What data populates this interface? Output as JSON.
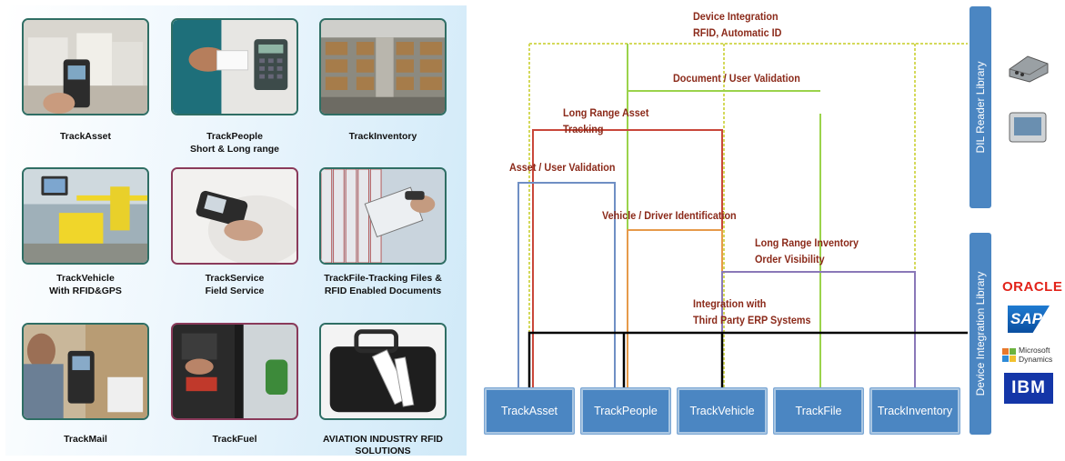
{
  "tiles": [
    {
      "caption1": "TrackAsset",
      "caption2": ""
    },
    {
      "caption1": "TrackPeople",
      "caption2": "Short & Long range"
    },
    {
      "caption1": "TrackInventory",
      "caption2": ""
    },
    {
      "caption1": "TrackVehicle",
      "caption2": "With RFID&GPS"
    },
    {
      "caption1": "TrackService",
      "caption2": "Field Service"
    },
    {
      "caption1": "TrackFile-Tracking Files &",
      "caption2": "RFID Enabled Documents"
    },
    {
      "caption1": "TrackMail",
      "caption2": ""
    },
    {
      "caption1": "TrackFuel",
      "caption2": ""
    },
    {
      "caption1": "AVIATION INDUSTRY RFID",
      "caption2": "SOLUTIONS"
    }
  ],
  "diagram": {
    "labels": {
      "device_integration_1": "Device Integration",
      "device_integration_2": "RFID, Automatic ID",
      "document_validation": "Document / User Validation",
      "long_range_asset_1": "Long Range Asset",
      "long_range_asset_2": "Tracking",
      "asset_user_validation": "Asset / User Validation",
      "vehicle_driver": "Vehicle / Driver Identification",
      "long_range_inventory_1": "Long Range Inventory",
      "long_range_inventory_2": "Order Visibility",
      "erp_1": "Integration with",
      "erp_2": "Third Party ERP Systems"
    },
    "nodes": [
      "TrackAsset",
      "TrackPeople",
      "TrackVehicle",
      "TrackFile",
      "TrackInventory"
    ],
    "libraries": {
      "top": "DIL Reader Library",
      "bottom": "Device Integration Library"
    },
    "logos": {
      "oracle": "ORACLE",
      "sap": "SAP",
      "ms_1": "Microsoft",
      "ms_2": "Dynamics",
      "ibm": "IBM"
    },
    "colors": {
      "node_fill": "#4b86c2",
      "label": "#8b2a1a",
      "yellow_line": "#d4d95a",
      "green_line": "#9bd34b",
      "red_line": "#c9473a",
      "blue_line": "#6f8fc4",
      "orange_line": "#e69a4a",
      "purple_line": "#8a78b8",
      "black_line": "#000000"
    }
  }
}
